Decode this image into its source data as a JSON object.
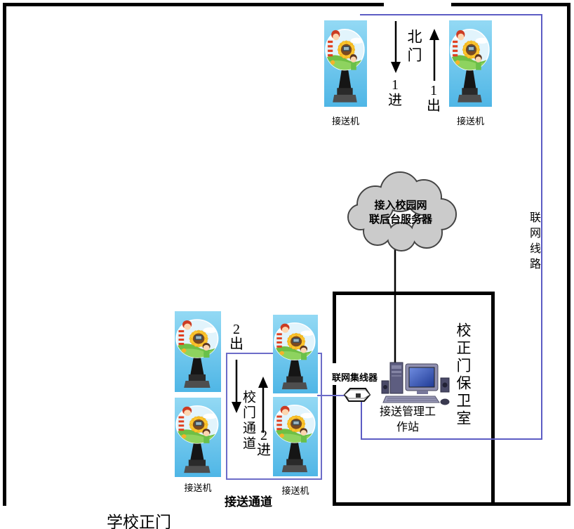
{
  "colors": {
    "wall": "#000000",
    "network_line": "#5c5cc4",
    "cloud_fill": "#cbcbcb",
    "cloud_stroke": "#444444",
    "kiosk_sky": "#5bbde9",
    "screen_blue": "#3a5fd0"
  },
  "north_gate": {
    "gate_label": "北门",
    "in_flow": "1\n进",
    "out_flow": "1\n出",
    "kiosk_left_label": "接送机",
    "kiosk_right_label": "接送机"
  },
  "cloud": {
    "label": "接入校园网\n联后台服务器"
  },
  "network": {
    "line_label": "联网线路",
    "hub_label": "联网集线器",
    "workstation_label": "接送管理工作站"
  },
  "security_room": {
    "label": "校正门保卫室"
  },
  "main_gate": {
    "out_flow": "2\n出",
    "channel_label": "校门通道",
    "in_flow": "2\n进",
    "kiosk_left_label": "接送机",
    "kiosk_right_label": "接送机",
    "passage_label": "接送通道",
    "gate_label": "学校正门"
  }
}
